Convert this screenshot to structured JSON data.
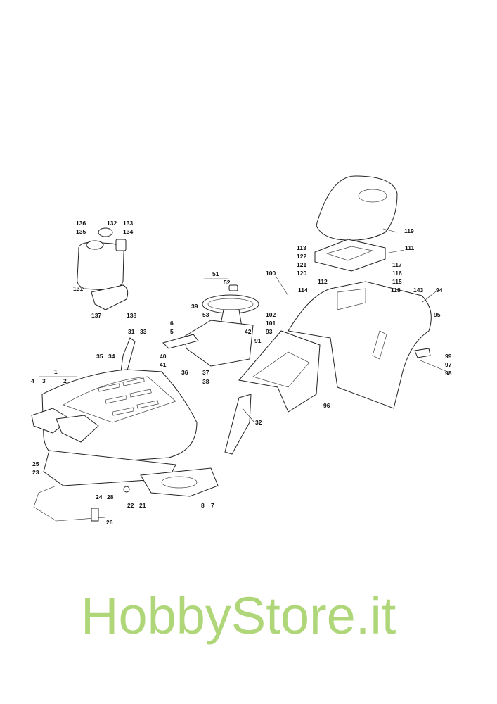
{
  "diagram": {
    "type": "exploded-parts-diagram",
    "watermark": "HobbyStore.it",
    "colors": {
      "watermark": "#a9d46f",
      "lines": "#222222"
    },
    "labels": {
      "fuel_tank": [
        "136",
        "132",
        "133",
        "135",
        "134",
        "131",
        "137",
        "138"
      ],
      "steering": [
        "51",
        "52",
        "39",
        "53",
        "6",
        "5",
        "42",
        "31",
        "33",
        "35",
        "34",
        "40",
        "41",
        "36",
        "37",
        "38"
      ],
      "hood": [
        "1",
        "4",
        "3",
        "2"
      ],
      "seat_fender": [
        "100",
        "113",
        "111",
        "122",
        "121",
        "120",
        "117",
        "116",
        "115",
        "112",
        "114",
        "118",
        "143",
        "94",
        "95",
        "102",
        "101",
        "93",
        "91",
        "99",
        "97",
        "98",
        "96",
        "119",
        "32"
      ],
      "bumper": [
        "25",
        "23",
        "24",
        "28",
        "22",
        "21",
        "8",
        "7",
        "26"
      ]
    }
  }
}
